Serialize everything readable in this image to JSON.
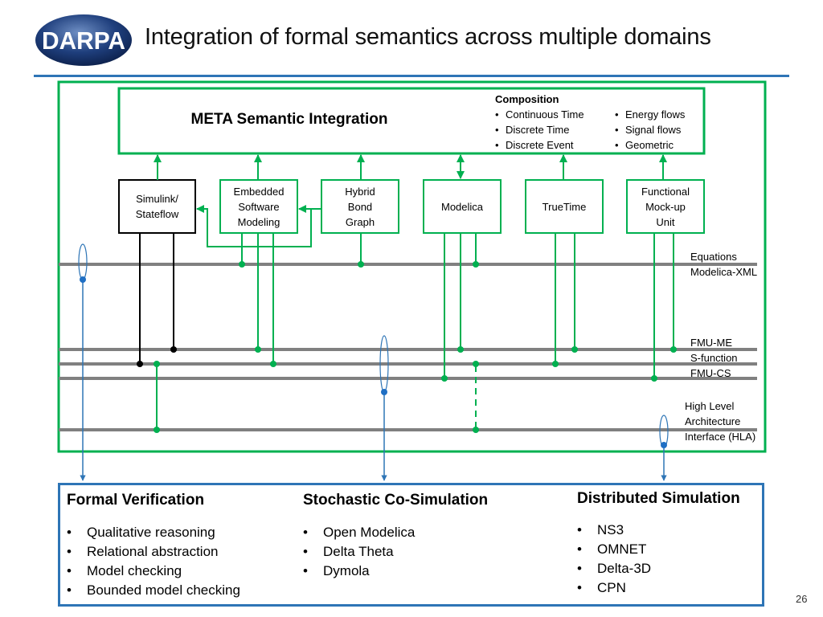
{
  "header": {
    "logo_text": "DARPA",
    "title": "Integration of formal semantics across multiple domains"
  },
  "meta": {
    "title": "META Semantic Integration",
    "composition": {
      "header": "Composition",
      "col1": [
        "Continuous Time",
        "Discrete Time",
        "Discrete Event"
      ],
      "col2": [
        "Energy flows",
        "Signal flows",
        "Geometric"
      ]
    }
  },
  "tools": [
    {
      "id": "simulink",
      "lines": [
        "Simulink/",
        "Stateflow"
      ]
    },
    {
      "id": "esm",
      "lines": [
        "Embedded",
        "Software",
        "Modeling"
      ]
    },
    {
      "id": "hbg",
      "lines": [
        "Hybrid",
        "Bond",
        "Graph"
      ]
    },
    {
      "id": "modelica",
      "lines": [
        "Modelica"
      ]
    },
    {
      "id": "truetime",
      "lines": [
        "TrueTime"
      ]
    },
    {
      "id": "fmu",
      "lines": [
        "Functional",
        "Mock-up",
        "Unit"
      ]
    }
  ],
  "buses": {
    "equations": [
      "Equations",
      "Modelica-XML"
    ],
    "fmu_me": "FMU-ME",
    "s_function": "S-function",
    "fmu_cs": "FMU-CS",
    "hla": [
      "High Level",
      "Architecture",
      "Interface (HLA)"
    ]
  },
  "bottom": {
    "columns": [
      {
        "title": "Formal Verification",
        "items": [
          "Qualitative reasoning",
          "Relational abstraction",
          "Model checking",
          "Bounded model checking"
        ]
      },
      {
        "title": "Stochastic Co-Simulation",
        "items": [
          "Open Modelica",
          "Delta Theta",
          "Dymola"
        ]
      },
      {
        "title": "Distributed Simulation",
        "items": [
          "NS3",
          "OMNET",
          "Delta-3D",
          "CPN"
        ]
      }
    ]
  },
  "colors": {
    "green": "#00b050",
    "blue": "#2e75b6",
    "bus_gray": "#808080",
    "black": "#000000"
  },
  "page_number": "26"
}
